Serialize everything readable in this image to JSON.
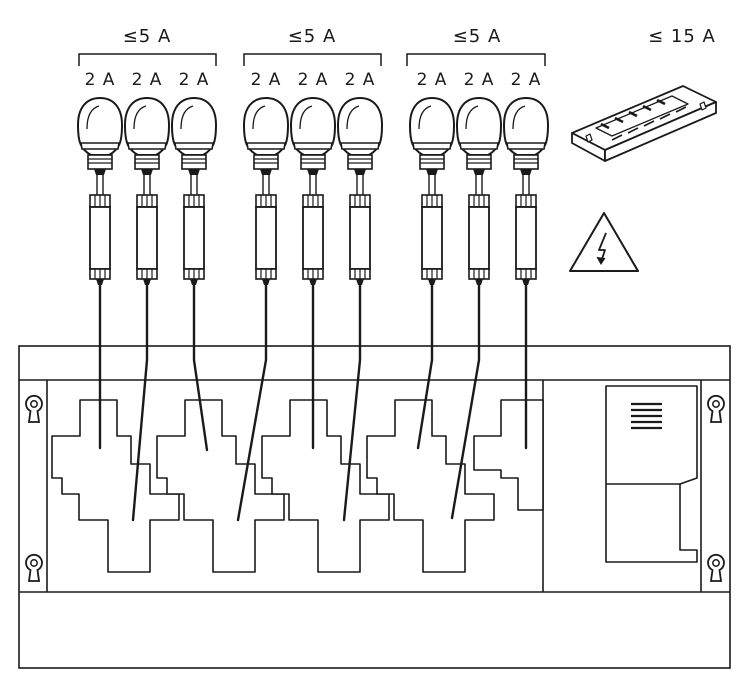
{
  "groups": [
    {
      "label": "≤5 A",
      "bulbs": [
        "2 A",
        "2 A",
        "2 A"
      ]
    },
    {
      "label": "≤5 A",
      "bulbs": [
        "2 A",
        "2 A",
        "2 A"
      ]
    },
    {
      "label": "≤5 A",
      "bulbs": [
        "2 A",
        "2 A",
        "2 A"
      ]
    }
  ],
  "driver": {
    "label": "≤ 15 A"
  },
  "icons": {
    "bulb": "led-bulb-icon",
    "warning": "high-voltage-warning-icon",
    "driver": "led-driver-icon",
    "mount": "keyhole-mount-icon"
  },
  "colors": {
    "line": "#1a1a1a",
    "background": "#ffffff"
  }
}
